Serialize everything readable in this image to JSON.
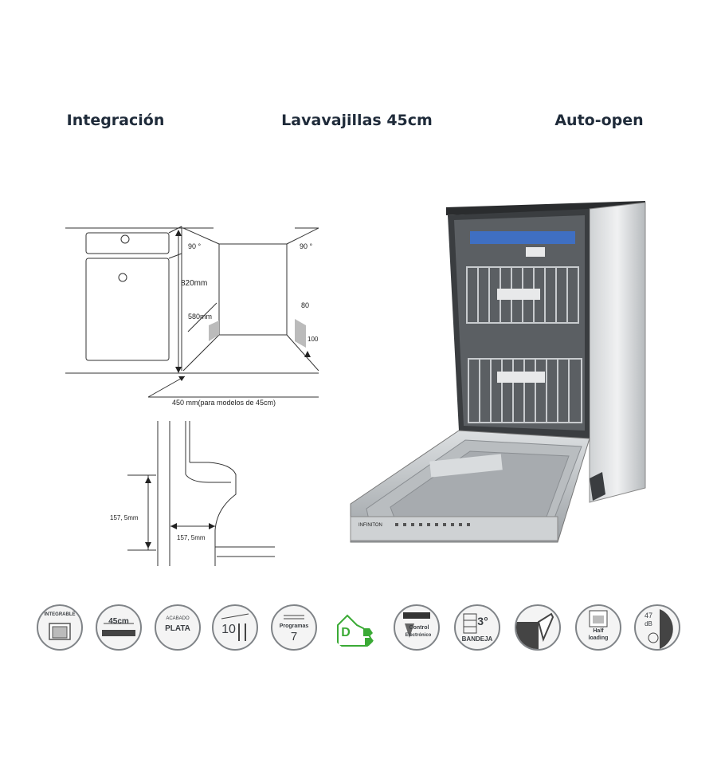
{
  "headings": {
    "integration": "Integración",
    "product": "Lavavajillas 45cm",
    "feature": "Auto-open"
  },
  "diagram": {
    "angle_left": "90 °",
    "angle_right": "90 °",
    "height": "820mm",
    "depth": "580mm",
    "gap_top": "80",
    "gap_bottom": "100",
    "width_note": "450 mm(para modelos de 45cm)",
    "plinth_height": "157, 5mm",
    "plinth_depth": "157, 5mm"
  },
  "dishwasher": {
    "brand": "INFINITON"
  },
  "icons": [
    {
      "name": "integrable",
      "top_text": "INTEGRABLE",
      "main_text": ""
    },
    {
      "name": "width-45cm",
      "top_text": "",
      "main_text": "45cm"
    },
    {
      "name": "finish-plata",
      "top_text": "ACABADO",
      "main_text": "PLATA"
    },
    {
      "name": "cutlery-10",
      "top_text": "",
      "main_text": "10"
    },
    {
      "name": "programs-7",
      "top_text": "Programas",
      "main_text": "7"
    },
    {
      "name": "energy-d",
      "top_text": "",
      "main_text": "D"
    },
    {
      "name": "control-electronico",
      "top_text": "Control",
      "main_text": "Electrónico"
    },
    {
      "name": "bandeja-3",
      "top_text": "3°",
      "main_text": "BANDEJA"
    },
    {
      "name": "auto-open",
      "top_text": "",
      "main_text": ""
    },
    {
      "name": "half-loading",
      "top_text": "Half",
      "main_text": "loading"
    },
    {
      "name": "noise-47db",
      "top_text": "47",
      "main_text": "dB"
    }
  ],
  "colors": {
    "heading": "#1f2b3a",
    "energy_green": "#3aaa35",
    "icon_grey": "#808488",
    "rack_blue": "#3f6fc2"
  }
}
